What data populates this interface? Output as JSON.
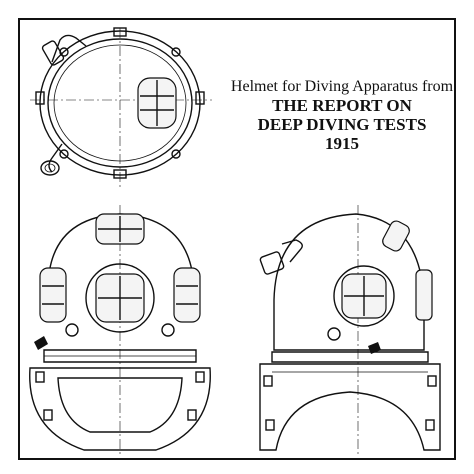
{
  "caption": {
    "line1": "Helmet for Diving Apparatus from",
    "line2": "THE REPORT ON",
    "line3": "DEEP DIVING TESTS",
    "line4": "1915"
  },
  "colors": {
    "ink": "#111111",
    "paper": "#ffffff"
  },
  "views": [
    {
      "name": "top-view"
    },
    {
      "name": "front-view"
    },
    {
      "name": "side-view"
    }
  ]
}
